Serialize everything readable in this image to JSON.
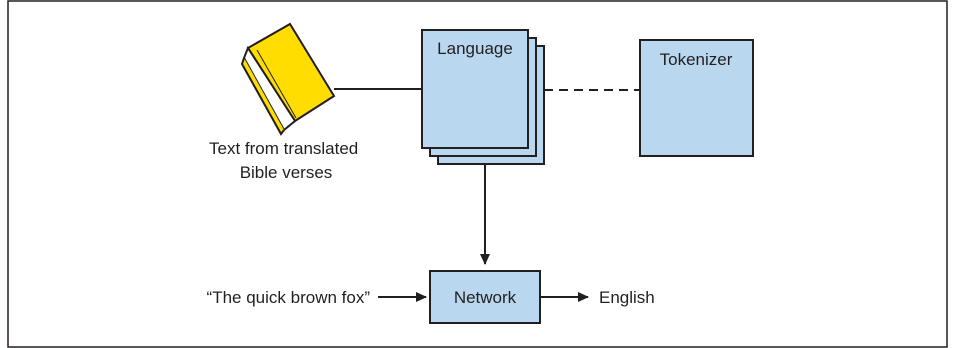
{
  "diagram": {
    "book_caption": [
      "Text from translated",
      "Bible verses"
    ],
    "language_label": "Language",
    "tokenizer_label": "Tokenizer",
    "network_label": "Network",
    "input_text": "“The quick brown fox”",
    "output_text": "English"
  },
  "icons": {
    "book": "book-icon"
  },
  "colors": {
    "box_fill": "#b9d7ee",
    "stroke": "#231f20",
    "book_cover": "#ffdd00"
  }
}
